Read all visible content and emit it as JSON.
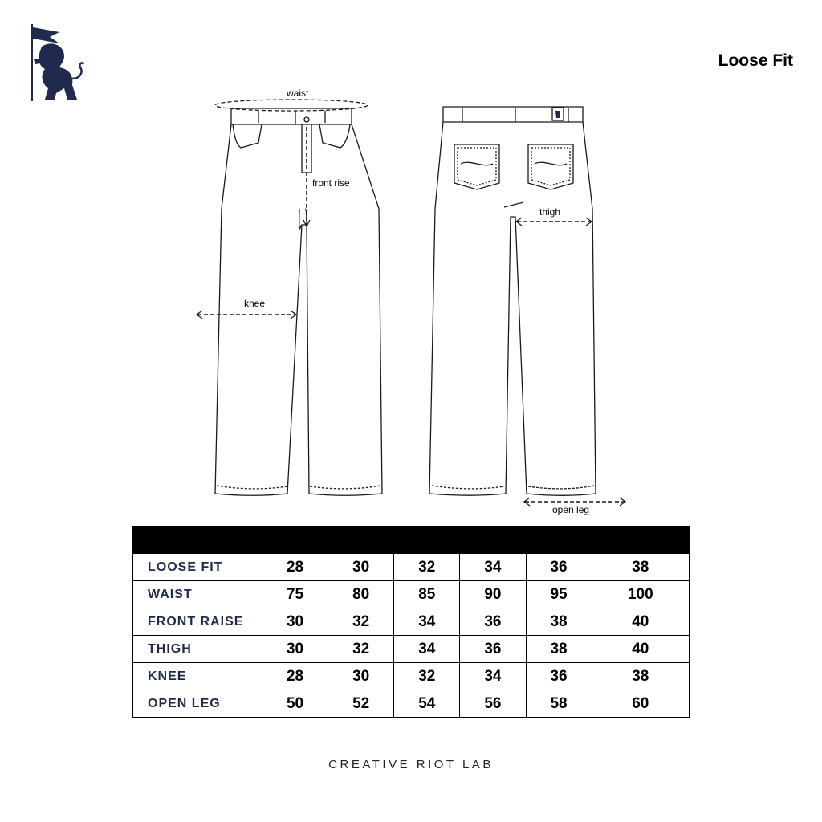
{
  "page": {
    "fit_title": "Loose Fit",
    "brand": "CREATIVE RIOT LAB",
    "logo_icon": "lion-flag-logo-icon",
    "colors": {
      "navy": "#1f2a4d",
      "header_bg": "#000000"
    }
  },
  "diagram": {
    "labels": {
      "waist": "waist",
      "front_rise": "front rise",
      "knee": "knee",
      "thigh": "thigh",
      "open_leg": "open leg"
    }
  },
  "size_chart": {
    "title": "SIZE CHART",
    "rows": [
      {
        "label": "LOOSE FIT",
        "values": [
          "28",
          "30",
          "32",
          "34",
          "36",
          "38"
        ]
      },
      {
        "label": "WAIST",
        "values": [
          "75",
          "80",
          "85",
          "90",
          "95",
          "100"
        ]
      },
      {
        "label": "FRONT RAISE",
        "values": [
          "30",
          "32",
          "34",
          "36",
          "38",
          "40"
        ]
      },
      {
        "label": "THIGH",
        "values": [
          "30",
          "32",
          "34",
          "36",
          "38",
          "40"
        ]
      },
      {
        "label": "KNEE",
        "values": [
          "28",
          "30",
          "32",
          "34",
          "36",
          "38"
        ]
      },
      {
        "label": "OPEN LEG",
        "values": [
          "50",
          "52",
          "54",
          "56",
          "58",
          "60"
        ]
      }
    ]
  }
}
